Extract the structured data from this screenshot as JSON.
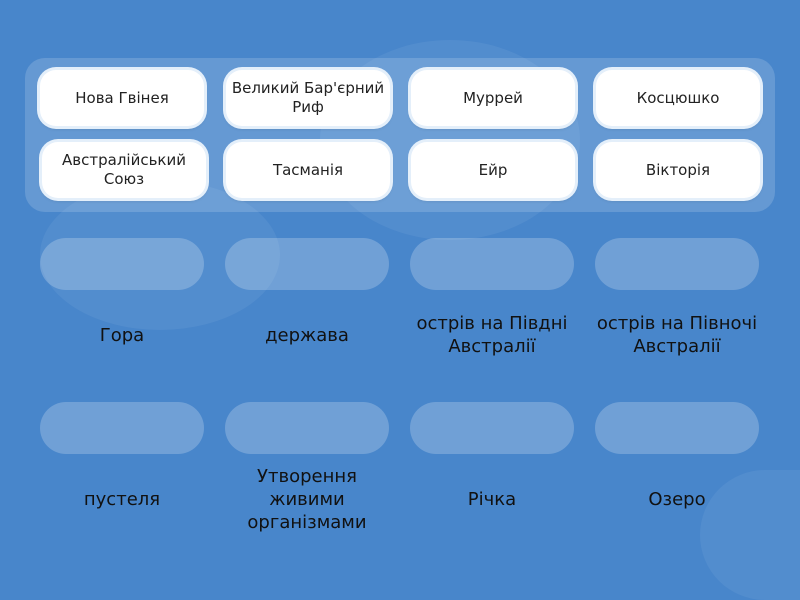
{
  "cards": [
    "Нова Гвінея",
    "Великий Бар'єрний Риф",
    "Муррей",
    "Косцюшко",
    "Австралійський Союз",
    "Тасманія",
    "Ейр",
    "Вікторія"
  ],
  "targets": [
    "Гора",
    "держава",
    "острів на Півдні Австралії",
    "острів на Півночі Австралії",
    "пустеля",
    "Утворення живими організмами",
    "Річка",
    "Озеро"
  ]
}
